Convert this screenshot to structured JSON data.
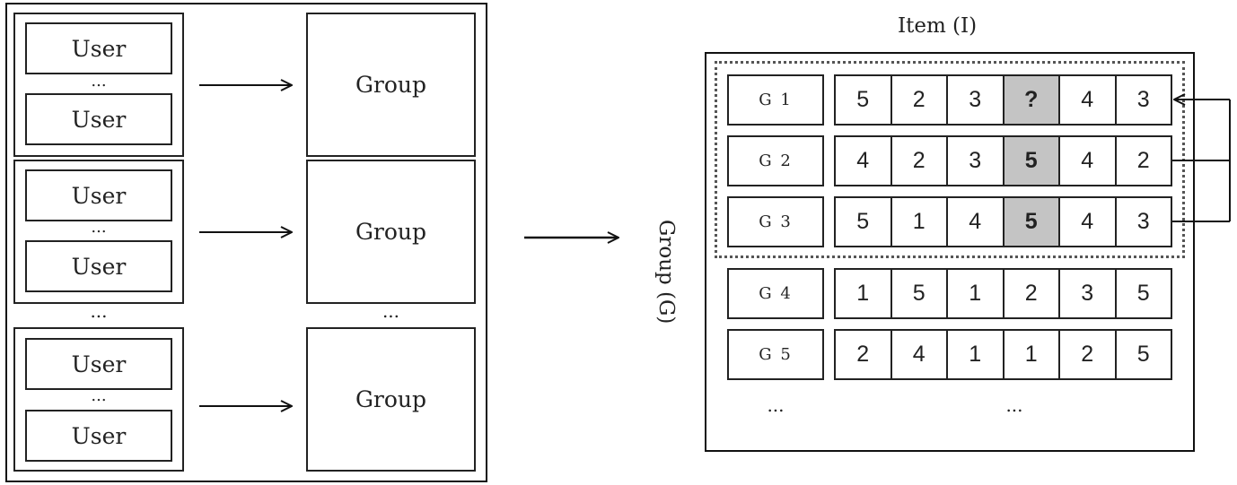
{
  "left": {
    "user_label": "User",
    "group_label": "Group",
    "ellipsis": "...",
    "between_dots": "..."
  },
  "right": {
    "item_axis": "Item (I)",
    "group_axis": "Group (G)",
    "rows": [
      {
        "label": "G 1",
        "values": [
          "5",
          "2",
          "3",
          "?",
          "4",
          "3"
        ],
        "highlight": [
          3
        ]
      },
      {
        "label": "G 2",
        "values": [
          "4",
          "2",
          "3",
          "5",
          "4",
          "2"
        ],
        "highlight": [
          3
        ]
      },
      {
        "label": "G 3",
        "values": [
          "5",
          "1",
          "4",
          "5",
          "4",
          "3"
        ],
        "highlight": [
          3
        ]
      },
      {
        "label": "G 4",
        "values": [
          "1",
          "5",
          "1",
          "2",
          "3",
          "5"
        ],
        "highlight": []
      },
      {
        "label": "G 5",
        "values": [
          "2",
          "4",
          "1",
          "1",
          "2",
          "5"
        ],
        "highlight": []
      }
    ],
    "more_rows": "...",
    "more_cols": "..."
  }
}
